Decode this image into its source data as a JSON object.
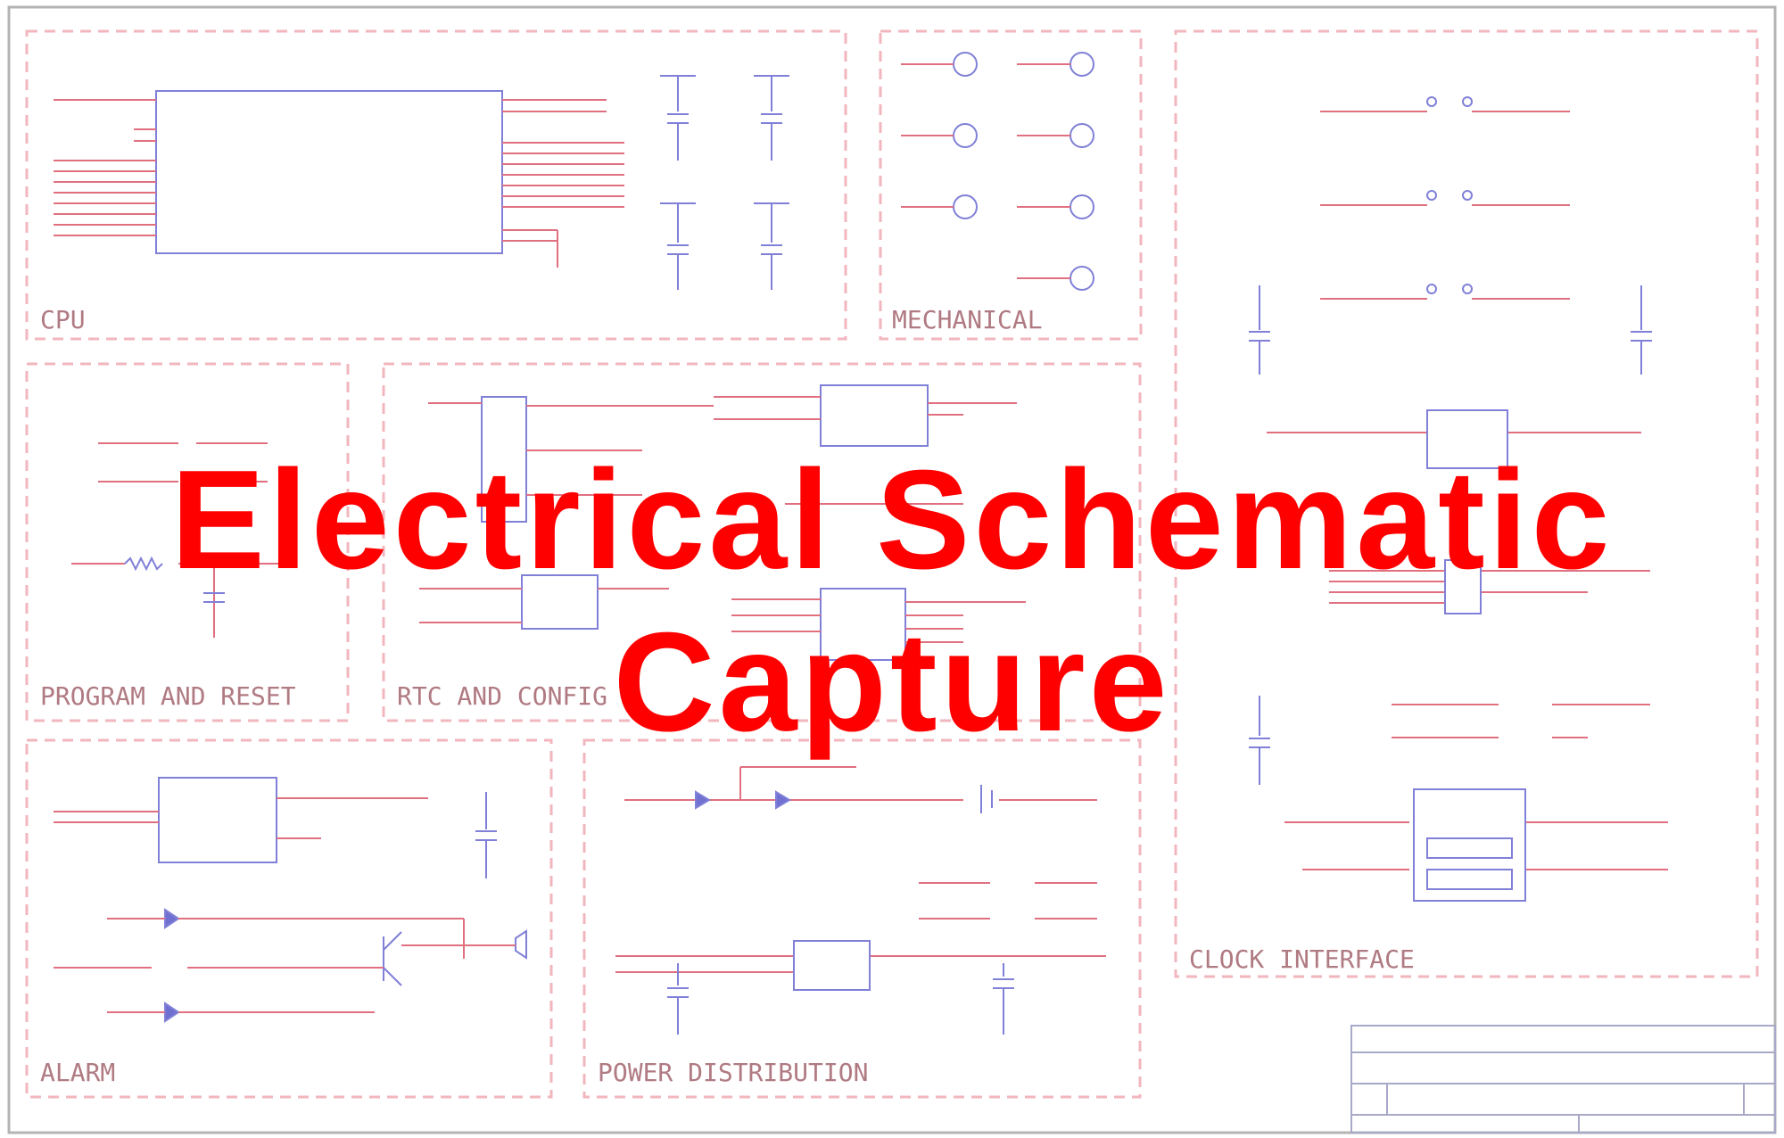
{
  "headline": {
    "line1": "Electrical Schematic",
    "line2": "Capture"
  },
  "sections": {
    "cpu": "CPU",
    "mechanical": "MECHANICAL",
    "program_reset": "PROGRAM AND RESET",
    "rtc_config": "RTC AND CONFIG",
    "alarm": "ALARM",
    "power_distribution": "POWER DISTRIBUTION",
    "clock_interface": "CLOCK INTERFACE"
  },
  "colors": {
    "headline": "#ff0000",
    "frame": "#b0b0b0",
    "section_border": "#f0b0b8",
    "wire": "#e07080",
    "component": "#7070d0",
    "label": "#b07a82"
  }
}
